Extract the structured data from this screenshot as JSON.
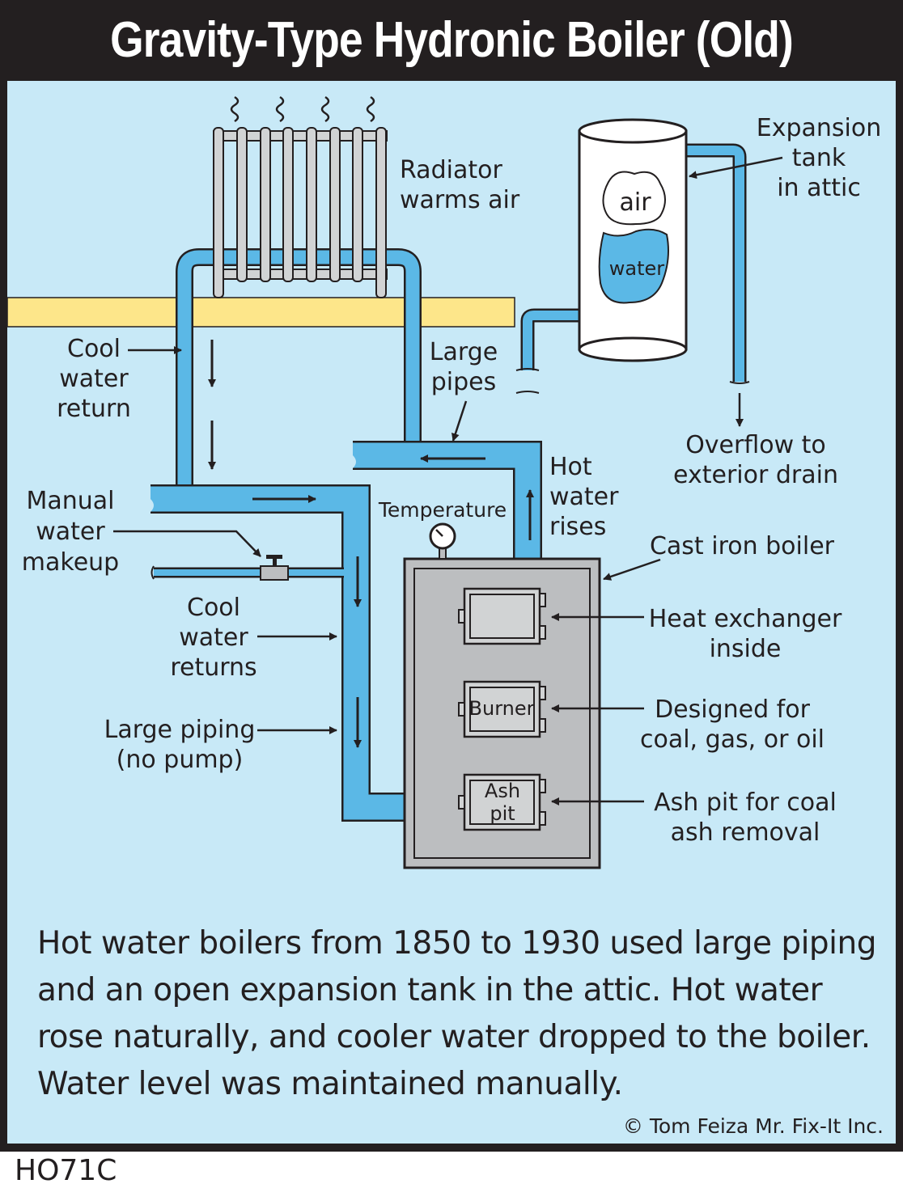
{
  "title": "Gravity-Type Hydronic Boiler (Old)",
  "labels": {
    "radiator": [
      "Radiator",
      "warms air"
    ],
    "expansion_tank": [
      "Expansion",
      "tank",
      "in attic"
    ],
    "tank_air": "air",
    "tank_water": "water",
    "cool_water_return": [
      "Cool",
      "water",
      "return"
    ],
    "large_pipes": [
      "Large",
      "pipes"
    ],
    "overflow": [
      "Overflow to",
      "exterior drain"
    ],
    "manual_makeup": [
      "Manual",
      "water",
      "makeup"
    ],
    "temperature": "Temperature",
    "hot_water_rises": [
      "Hot",
      "water",
      "rises"
    ],
    "cast_iron_boiler": "Cast iron boiler",
    "heat_exchanger": [
      "Heat exchanger",
      "inside"
    ],
    "cool_water_returns": [
      "Cool",
      "water",
      "returns"
    ],
    "burner": "Burner",
    "designed_for": [
      "Designed for",
      "coal, gas, or oil"
    ],
    "large_piping": [
      "Large piping",
      "(no pump)"
    ],
    "ash_pit": [
      "Ash",
      "pit"
    ],
    "ash_pit_label": [
      "Ash pit for coal",
      "ash removal"
    ]
  },
  "caption": "Hot water boilers from 1850 to 1930 used large piping and an open expansion tank in the attic. Hot water rose naturally, and cooler water dropped to the boiler. Water level was maintained manually.",
  "copyright": "© Tom Feiza Mr. Fix-It Inc.",
  "code": "HO71C",
  "colors": {
    "panel": "#c8e9f7",
    "pipe": "#5bb8e6",
    "floor": "#fde68a",
    "boiler": "#bcbec0",
    "ink": "#231f20"
  }
}
